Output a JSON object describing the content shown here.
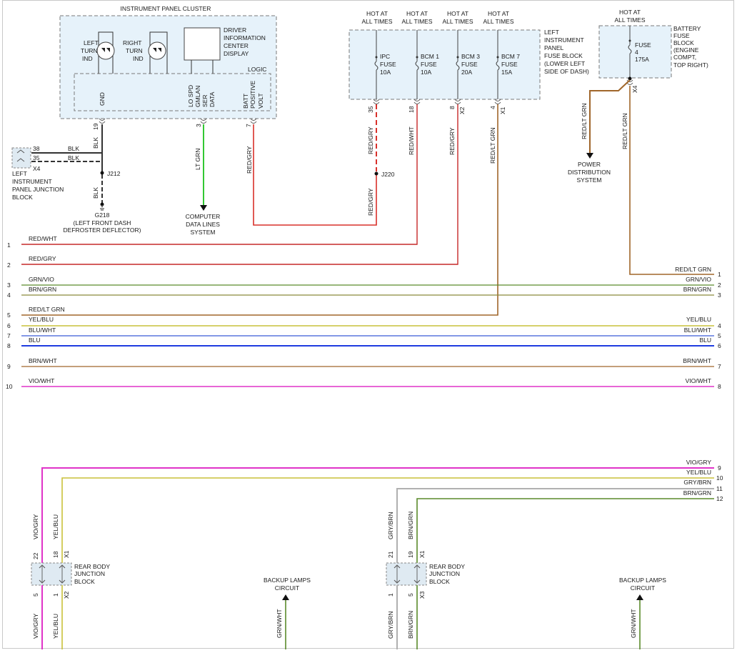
{
  "colors": {
    "black": "#333333",
    "red": "#d9302a",
    "red_dark": "#c62828",
    "green": "#32c832",
    "olive": "#8b8b3a",
    "brown": "#a0662a",
    "yellow": "#c9c13a",
    "blue": "#1f3ce0",
    "magenta": "#e033c8",
    "gray": "#a8a8a8",
    "dkgreen": "#5a8a2a"
  },
  "ipc": {
    "title": "INSTRUMENT PANEL CLUSTER",
    "left_turn": [
      "LEFT",
      "TURN",
      "IND"
    ],
    "right_turn": [
      "RIGHT",
      "TURN",
      "IND"
    ],
    "dic": [
      "DRIVER",
      "INFORMATION",
      "CENTER",
      "DISPLAY"
    ],
    "logic": "LOGIC",
    "pin_gnd": "GND",
    "pin_data": [
      "LO SPD",
      "GMLAN",
      "SER",
      "DATA"
    ],
    "pin_batt": [
      "BATT",
      "POSITIVE",
      "VOLT"
    ],
    "pin_num_gnd": "19",
    "pin_num_data": "3",
    "pin_num_batt": "7"
  },
  "ground": {
    "blk1": "BLK",
    "blk2": "BLK",
    "blk3": "BLK",
    "blk4": "BLK",
    "pin38": "38",
    "pin35": "35",
    "conn": "X4",
    "junction_block": [
      "LEFT",
      "INSTRUMENT",
      "PANEL JUNCTION",
      "BLOCK"
    ],
    "splice": "J212",
    "ground_id": "G218",
    "ground_loc": [
      "(LEFT FRONT DASH",
      "DEFROSTER DEFLECTOR)"
    ]
  },
  "data_line": {
    "wire": "LT GRN",
    "dest": [
      "COMPUTER",
      "DATA LINES",
      "SYSTEM"
    ]
  },
  "batt_wire": "RED/GRY",
  "fuse_block": {
    "title": [
      "LEFT",
      "INSTRUMENT",
      "PANEL",
      "FUSE BLOCK",
      "(LOWER LEFT",
      "SIDE OF DASH)"
    ],
    "hot": [
      "HOT AT",
      "ALL TIMES"
    ],
    "fuses": [
      {
        "name": "IPC",
        "label": "FUSE",
        "amps": "10A",
        "pin": "35",
        "conn": "",
        "wire": "RED/GRY"
      },
      {
        "name": "BCM 1",
        "label": "FUSE",
        "amps": "10A",
        "pin": "18",
        "conn": "",
        "wire": "RED/WHT"
      },
      {
        "name": "BCM 3",
        "label": "FUSE",
        "amps": "20A",
        "pin": "8",
        "conn": "X2",
        "wire": "RED/GRY"
      },
      {
        "name": "BCM 7",
        "label": "FUSE",
        "amps": "15A",
        "pin": "4",
        "conn": "X1",
        "wire": "RED/LT GRN"
      }
    ],
    "splice": "J220",
    "splice_wire": "RED/GRY"
  },
  "battery_block": {
    "hot": [
      "HOT AT",
      "ALL TIMES"
    ],
    "title": [
      "BATTERY",
      "FUSE",
      "BLOCK",
      "(ENGINE",
      "COMPT,",
      "TOP RIGHT)"
    ],
    "fuse": [
      "FUSE",
      "4",
      "175A"
    ],
    "conn": "X4",
    "wire_left": "RED/LT GRN",
    "wire_right": "RED/LT GRN",
    "dest": [
      "POWER",
      "DISTRIBUTION",
      "SYSTEM"
    ]
  },
  "left_rows": [
    {
      "num": "1",
      "label": "RED/WHT"
    },
    {
      "num": "2",
      "label": "RED/GRY"
    },
    {
      "num": "3",
      "label": "GRN/VIO"
    },
    {
      "num": "4",
      "label": "BRN/GRN"
    },
    {
      "num": "5",
      "label": "RED/LT GRN"
    },
    {
      "num": "6",
      "label": "YEL/BLU"
    },
    {
      "num": "7",
      "label": "BLU/WHT"
    },
    {
      "num": "8",
      "label": "BLU"
    },
    {
      "num": "9",
      "label": "BRN/WHT"
    },
    {
      "num": "10",
      "label": "VIO/WHT"
    }
  ],
  "right_rows": [
    {
      "num": "1",
      "label": "RED/LT GRN"
    },
    {
      "num": "2",
      "label": "GRN/VIO"
    },
    {
      "num": "3",
      "label": "BRN/GRN"
    },
    {
      "num": "4",
      "label": "YEL/BLU"
    },
    {
      "num": "5",
      "label": "BLU/WHT"
    },
    {
      "num": "6",
      "label": "BLU"
    },
    {
      "num": "7",
      "label": "BRN/WHT"
    },
    {
      "num": "8",
      "label": "VIO/WHT"
    }
  ],
  "lower_rows": [
    {
      "num": "9",
      "label": "VIO/GRY"
    },
    {
      "num": "10",
      "label": "YEL/BLU"
    },
    {
      "num": "11",
      "label": "GRY/BRN"
    },
    {
      "num": "12",
      "label": "BRN/GRN"
    }
  ],
  "rbjb_left": {
    "title": [
      "REAR BODY",
      "JUNCTION",
      "BLOCK"
    ],
    "top_pins": [
      "22",
      "18"
    ],
    "top_conn": "X1",
    "bot_pins": [
      "5",
      "1"
    ],
    "bot_conn": "X2",
    "wires_top": [
      "VIO/GRY",
      "YEL/BLU"
    ],
    "wires_bot": [
      "VIO/GRY",
      "YEL/BLU"
    ]
  },
  "rbjb_right": {
    "title": [
      "REAR BODY",
      "JUNCTION",
      "BLOCK"
    ],
    "top_pins": [
      "21",
      "19"
    ],
    "top_conn": "X1",
    "bot_pins": [
      "1",
      "5"
    ],
    "bot_conn": "X3",
    "wires_top": [
      "GRY/BRN",
      "BRN/GRN"
    ],
    "wires_bot": [
      "GRY/BRN",
      "BRN/GRN"
    ]
  },
  "backup_left": {
    "title": [
      "BACKUP LAMPS",
      "CIRCUIT"
    ],
    "wire": "GRN/WHT"
  },
  "backup_right": {
    "title": [
      "BACKUP LAMPS",
      "CIRCUIT"
    ],
    "wire": "GRN/WHT"
  }
}
